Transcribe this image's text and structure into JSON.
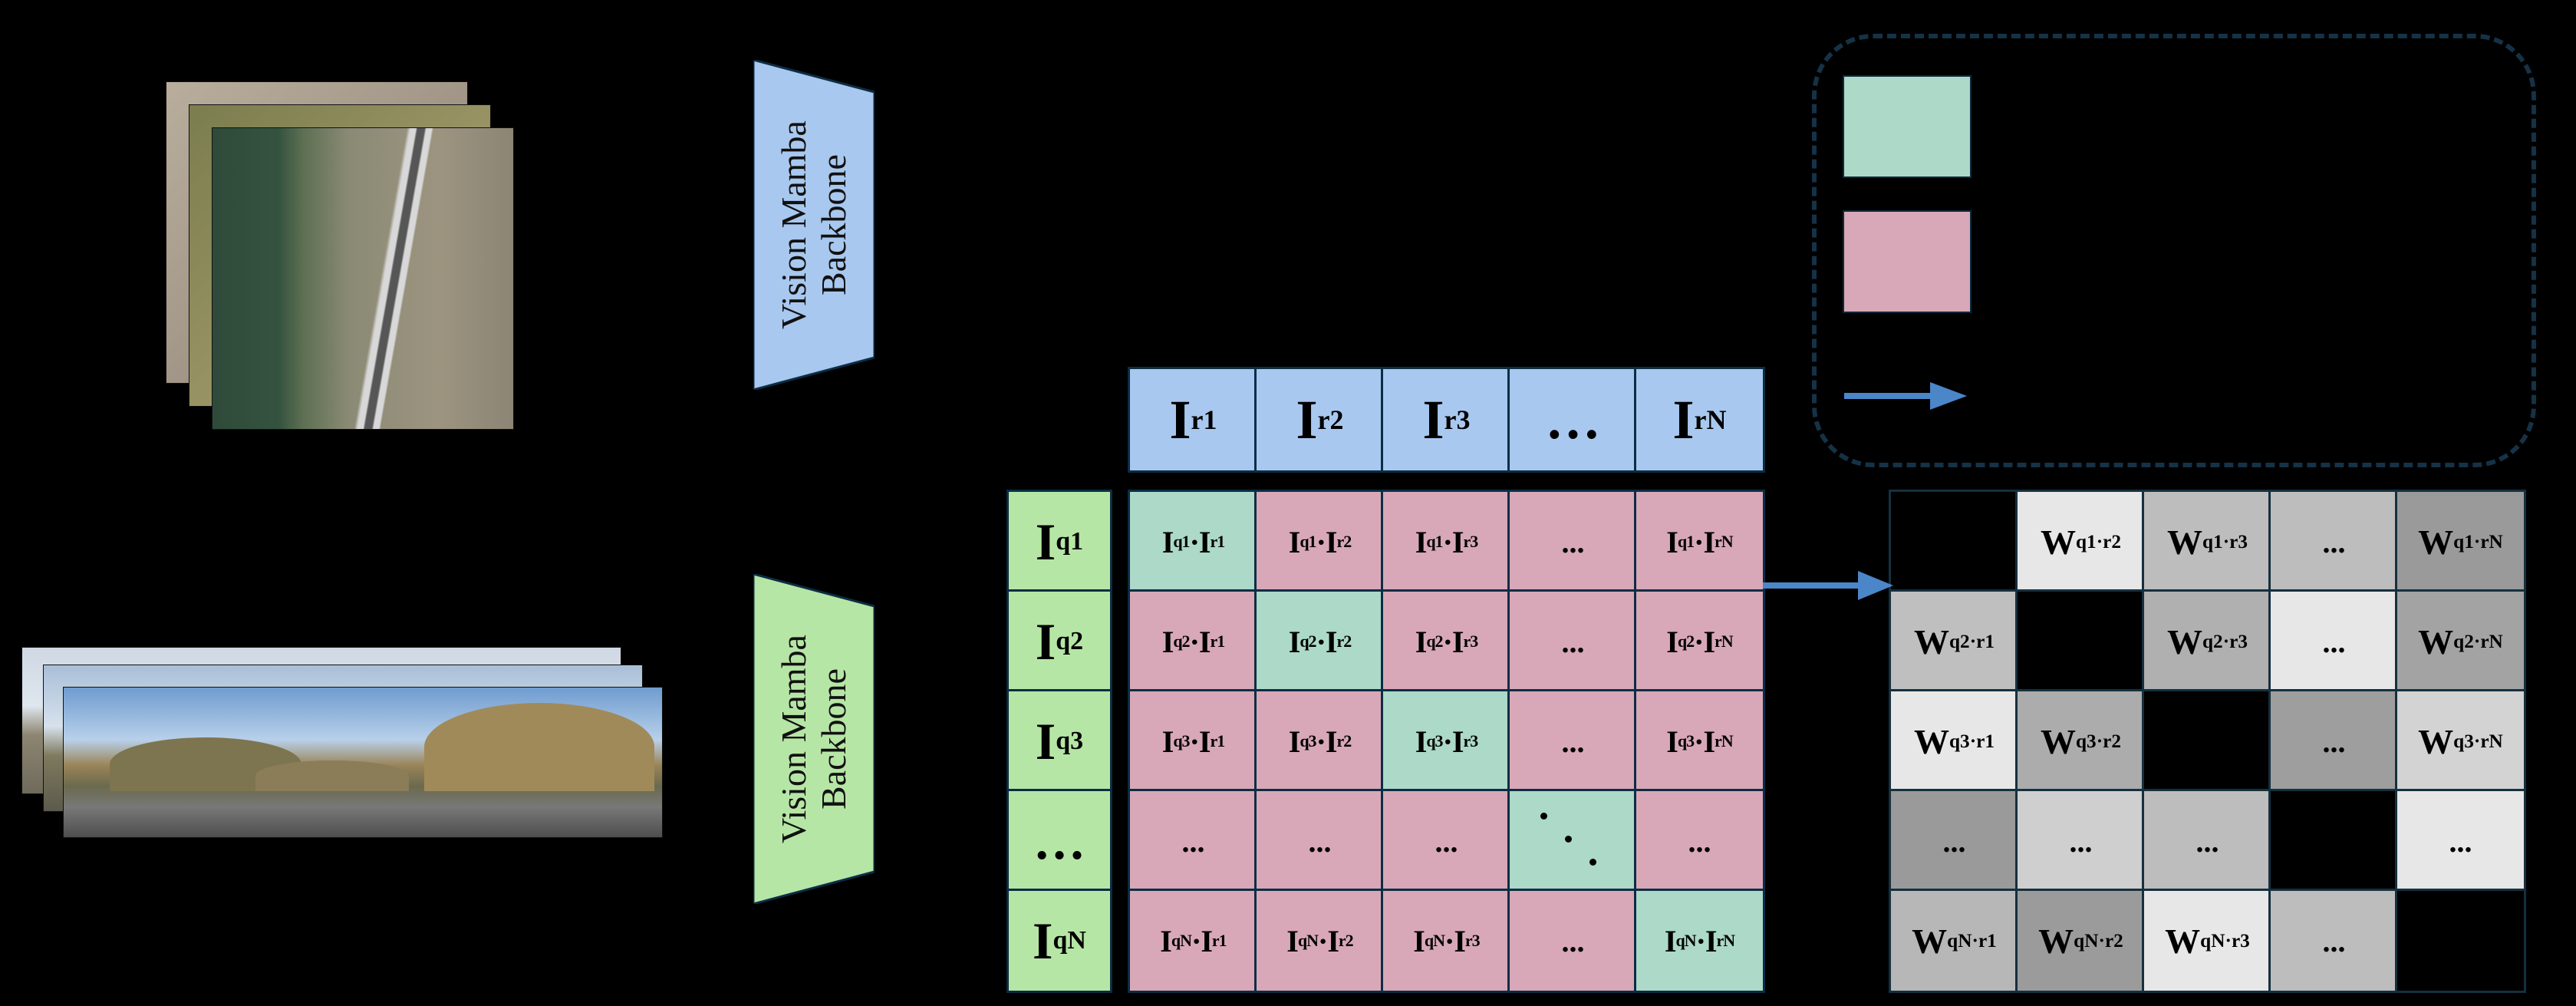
{
  "backbones": [
    {
      "id": "top",
      "line1": "Vision Mamba",
      "line2": "Backbone"
    },
    {
      "id": "bottom",
      "line1": "Vision Mamba",
      "line2": "Backbone"
    }
  ],
  "ref_headers": [
    {
      "main": "I",
      "sub": "r1"
    },
    {
      "main": "I",
      "sub": "r2"
    },
    {
      "main": "I",
      "sub": "r3"
    },
    {
      "main": "…",
      "sub": ""
    },
    {
      "main": "I",
      "sub": "rN"
    }
  ],
  "query_headers": [
    {
      "main": "I",
      "sub": "q1"
    },
    {
      "main": "I",
      "sub": "q2"
    },
    {
      "main": "I",
      "sub": "q3"
    },
    {
      "main": "…",
      "sub": ""
    },
    {
      "main": "I",
      "sub": "qN"
    }
  ],
  "similarity_matrix": [
    [
      {
        "a": "q1",
        "b": "r1",
        "c": "green"
      },
      {
        "a": "q1",
        "b": "r2",
        "c": "pink"
      },
      {
        "a": "q1",
        "b": "r3",
        "c": "pink"
      },
      {
        "t": "...",
        "c": "pink"
      },
      {
        "a": "q1",
        "b": "rN",
        "c": "pink"
      }
    ],
    [
      {
        "a": "q2",
        "b": "r1",
        "c": "pink"
      },
      {
        "a": "q2",
        "b": "r2",
        "c": "green"
      },
      {
        "a": "q2",
        "b": "r3",
        "c": "pink"
      },
      {
        "t": "...",
        "c": "pink"
      },
      {
        "a": "q2",
        "b": "rN",
        "c": "pink"
      }
    ],
    [
      {
        "a": "q3",
        "b": "r1",
        "c": "pink"
      },
      {
        "a": "q3",
        "b": "r2",
        "c": "pink"
      },
      {
        "a": "q3",
        "b": "r3",
        "c": "green"
      },
      {
        "t": "...",
        "c": "pink"
      },
      {
        "a": "q3",
        "b": "rN",
        "c": "pink"
      }
    ],
    [
      {
        "t": "...",
        "c": "pink"
      },
      {
        "t": "...",
        "c": "pink"
      },
      {
        "t": "...",
        "c": "pink"
      },
      {
        "t": "diag",
        "c": "green"
      },
      {
        "t": "...",
        "c": "pink"
      }
    ],
    [
      {
        "a": "qN",
        "b": "r1",
        "c": "pink"
      },
      {
        "a": "qN",
        "b": "r2",
        "c": "pink"
      },
      {
        "a": "qN",
        "b": "r3",
        "c": "pink"
      },
      {
        "t": "...",
        "c": "pink"
      },
      {
        "a": "qN",
        "b": "rN",
        "c": "green"
      }
    ]
  ],
  "weight_matrix": [
    [
      {
        "bg": "#000000"
      },
      {
        "w": "q1·r2",
        "bg": "#e7e7e7"
      },
      {
        "w": "q1·r3",
        "bg": "#bdbdbd"
      },
      {
        "t": "...",
        "bg": "#bdbdbd"
      },
      {
        "w": "q1·rN",
        "bg": "#9a9a9a"
      }
    ],
    [
      {
        "w": "q2·r1",
        "bg": "#bfbfbf"
      },
      {
        "bg": "#000000"
      },
      {
        "w": "q2·r3",
        "bg": "#b0b0b0"
      },
      {
        "t": "...",
        "bg": "#e7e7e7"
      },
      {
        "w": "q2·rN",
        "bg": "#a3a3a3"
      }
    ],
    [
      {
        "w": "q3·r1",
        "bg": "#e7e7e7"
      },
      {
        "w": "q3·r2",
        "bg": "#acacac"
      },
      {
        "bg": "#000000"
      },
      {
        "t": "...",
        "bg": "#9e9e9e"
      },
      {
        "w": "q3·rN",
        "bg": "#d3d3d3"
      }
    ],
    [
      {
        "t": "...",
        "bg": "#9a9a9a"
      },
      {
        "t": "...",
        "bg": "#cfcfcf"
      },
      {
        "t": "...",
        "bg": "#bdbdbd"
      },
      {
        "bg": "#000000"
      },
      {
        "t": "...",
        "bg": "#e7e7e7"
      }
    ],
    [
      {
        "w": "qN·r1",
        "bg": "#b7b7b7"
      },
      {
        "w": "qN·r2",
        "bg": "#9b9b9b"
      },
      {
        "w": "qN·r3",
        "bg": "#e7e7e7"
      },
      {
        "t": "...",
        "bg": "#bdbdbd"
      },
      {
        "bg": "#000000"
      }
    ]
  ],
  "colors": {
    "positive": "#acd9c8",
    "negative": "#d8a8b8",
    "ref_header": "#a8c8ef",
    "query_header": "#b6e6a5",
    "arrow": "#4a86c8"
  }
}
